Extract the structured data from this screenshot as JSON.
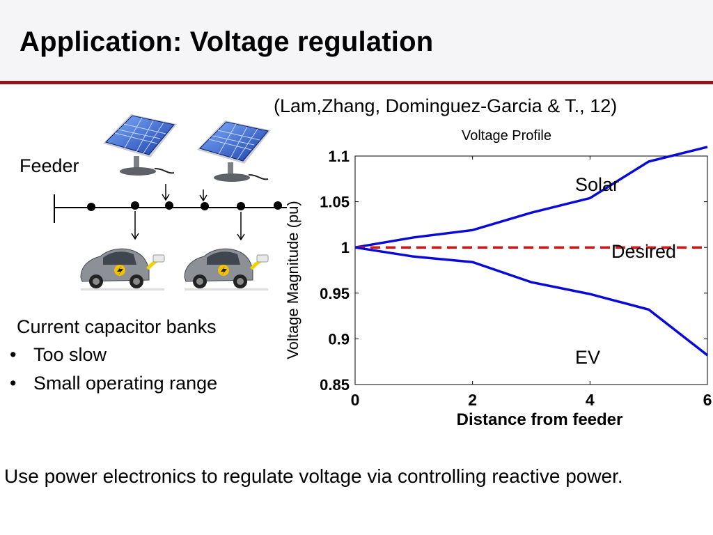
{
  "slide": {
    "title": "Application: Voltage regulation",
    "citation": "(Lam,Zhang, Dominguez-Garcia & T., 12)",
    "feeder_label": "Feeder",
    "capacitor_heading": "Current capacitor banks",
    "bullets": [
      "Too slow",
      "Small operating range"
    ],
    "bullet_glyph": "•",
    "bottom_text": "Use power electronics to regulate voltage via controlling reactive power."
  },
  "icons": [
    "solar-panel-icon",
    "electric-car-icon"
  ],
  "colors": {
    "accent_rule": "#8b1a1a",
    "series_line": "#0a0ad8",
    "desired_line": "#d81414"
  },
  "chart_data": {
    "type": "line",
    "title": "Voltage Profile",
    "xlabel": "Distance from feeder",
    "ylabel": "Voltage Magnitude (pu)",
    "xlim": [
      0,
      6
    ],
    "ylim": [
      0.85,
      1.1
    ],
    "x_ticks": [
      "0",
      "2",
      "4",
      "6"
    ],
    "y_ticks": [
      "0.85",
      "0.9",
      "0.95",
      "1",
      "1.05",
      "1.1"
    ],
    "x": [
      0,
      1,
      2,
      3,
      4,
      5,
      6
    ],
    "series": [
      {
        "name": "Solar",
        "values": [
          1.0,
          1.011,
          1.019,
          1.038,
          1.054,
          1.094,
          1.11
        ],
        "style": "solid"
      },
      {
        "name": "Desired",
        "values": [
          1.0,
          1.0,
          1.0,
          1.0,
          1.0,
          1.0,
          1.0
        ],
        "style": "dashed"
      },
      {
        "name": "EV",
        "values": [
          1.0,
          0.99,
          0.984,
          0.962,
          0.949,
          0.932,
          0.882
        ],
        "style": "solid"
      }
    ]
  }
}
